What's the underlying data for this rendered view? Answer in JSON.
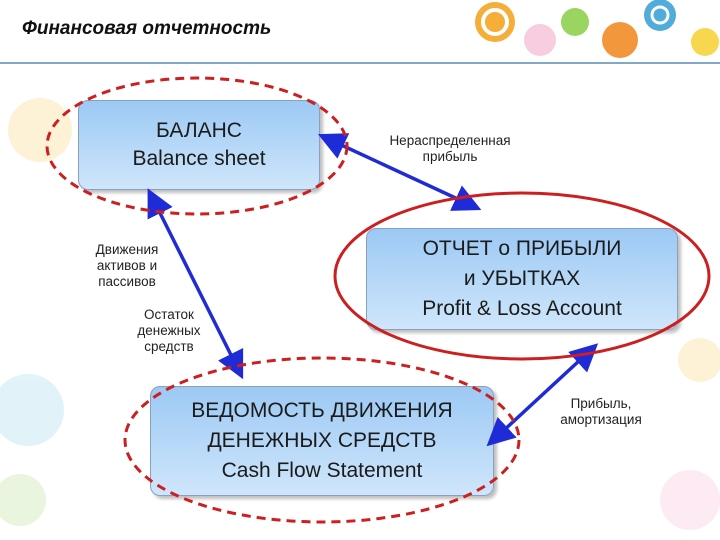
{
  "title": "Финансовая отчетность",
  "boxes": {
    "balance": {
      "line1": "БАЛАНС",
      "line2": "Balance sheet"
    },
    "pnl": {
      "line1": "ОТЧЕТ о ПРИБЫЛИ",
      "line2": "и УБЫТКАХ",
      "line3": "Profit & Loss Account"
    },
    "cash": {
      "line1": "ВЕДОМОСТЬ ДВИЖЕНИЯ",
      "line2": "ДЕНЕЖНЫХ СРЕДСТВ",
      "line3": "Cash Flow Statement"
    }
  },
  "labels": {
    "retained": {
      "line1": "Нераспределенная",
      "line2": "прибыль"
    },
    "movements": {
      "line1": "Движения",
      "line2": "активов и",
      "line3": "пассивов"
    },
    "cash_balance": {
      "line1": "Остаток",
      "line2": "денежных",
      "line3": "средств"
    },
    "profit": {
      "line1": "Прибыль,",
      "line2": "амортизация"
    }
  },
  "colors": {
    "arrow": "#1f2bd6",
    "ellipse": "#cc1f1f",
    "box_top": "#9cc9f4",
    "box_bottom": "#cfe6fb",
    "rule": "#7fa8c9"
  },
  "decoration": "colorful-swirl-pattern"
}
